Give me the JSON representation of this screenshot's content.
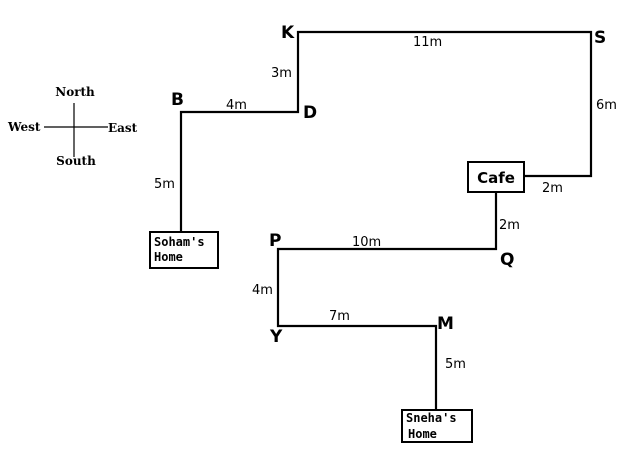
{
  "compass": {
    "north": "North",
    "south": "South",
    "east": "East",
    "west": "West"
  },
  "points": {
    "K": "K",
    "S": "S",
    "B": "B",
    "D": "D",
    "P": "P",
    "Q": "Q",
    "Y": "Y",
    "M": "M"
  },
  "places": {
    "cafe": "Cafe",
    "soham_line1": "Soham's",
    "soham_line2": "Home",
    "sneha_line1": "Sneha's",
    "sneha_line2": "Home"
  },
  "distances": {
    "k_s": "11m",
    "s_cafe": "6m",
    "cafe_s_horizontal": "2m",
    "k_d": "3m",
    "b_d": "4m",
    "b_soham": "5m",
    "cafe_q": "2m",
    "p_q": "10m",
    "p_y": "4m",
    "y_m": "7m",
    "m_sneha": "5m"
  }
}
